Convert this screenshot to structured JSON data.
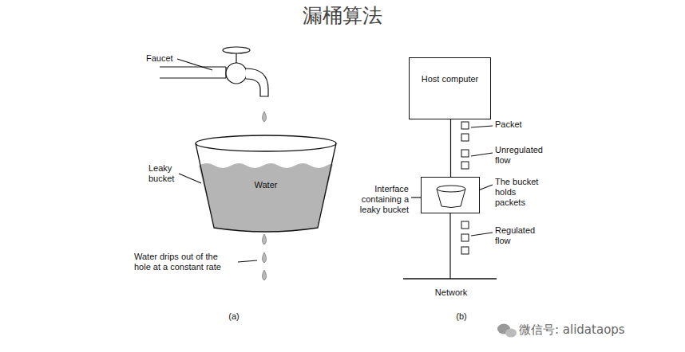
{
  "diagram": {
    "title": "漏桶算法",
    "nodes": [
      {
        "text": [
          "Host computer"
        ]
      },
      {
        "text": [
          "Interface containing a leaky bucket"
        ]
      },
      {
        "text": [
          "Water"
        ]
      }
    ],
    "edges": [
      {
        "from": 0,
        "to": 1,
        "arrow": "none"
      }
    ],
    "labels": [
      "Faucet",
      "Leaky bucket",
      "Water drips out of the hole at a constant rate",
      "(a)",
      "Packet",
      "Unregulated flow",
      "The bucket holds packets",
      "Regulated flow",
      "Network",
      "(b)",
      "微信号: alidataops"
    ]
  }
}
